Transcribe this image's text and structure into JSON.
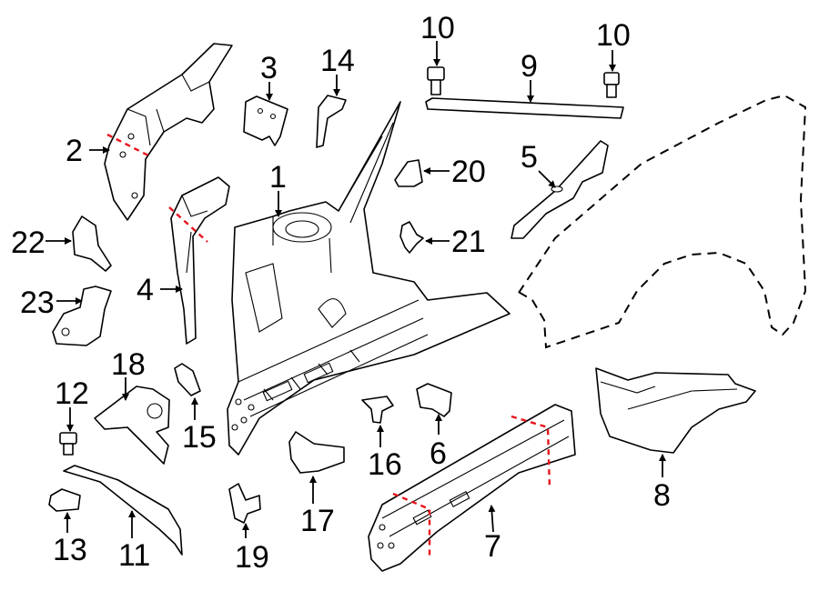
{
  "diagram": {
    "callouts": [
      "1",
      "2",
      "3",
      "4",
      "5",
      "6",
      "7",
      "8",
      "9",
      "10",
      "10",
      "11",
      "12",
      "13",
      "14",
      "15",
      "16",
      "17",
      "18",
      "19",
      "20",
      "21",
      "22",
      "23"
    ],
    "colors": {
      "ink": "#000000",
      "cut_line": "#e8141c",
      "background": "#ffffff"
    }
  }
}
